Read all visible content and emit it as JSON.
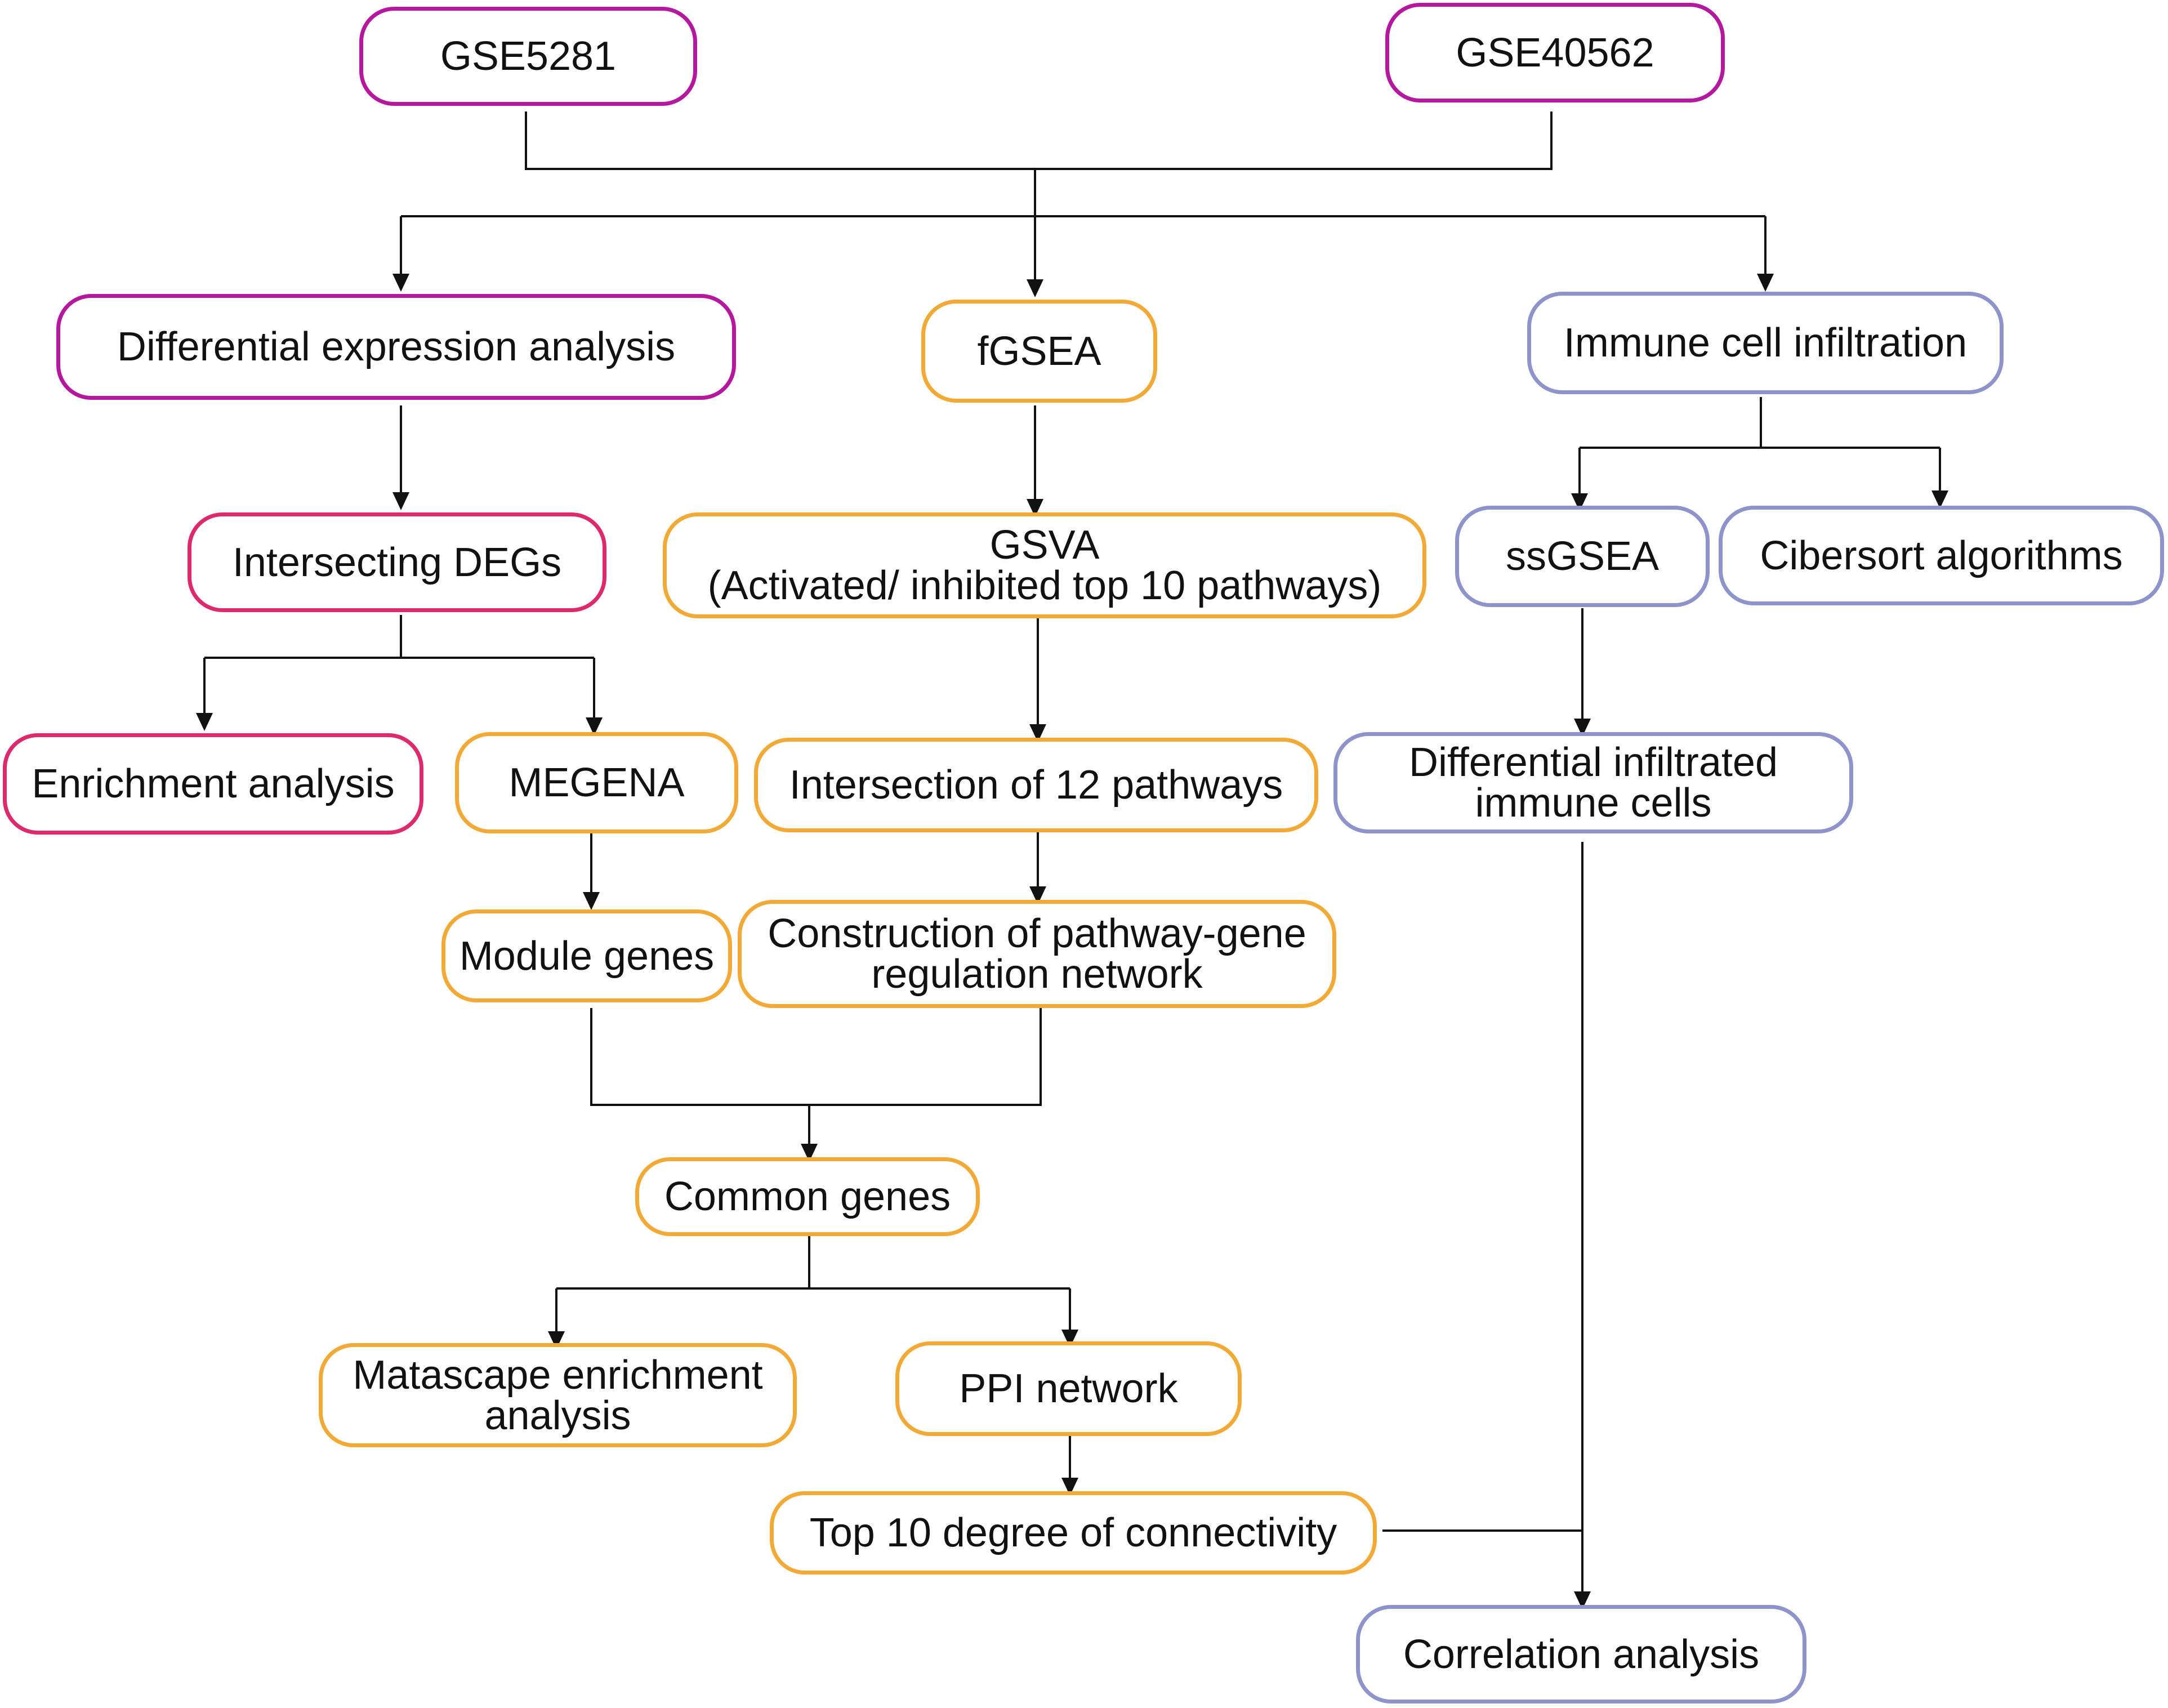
{
  "colors": {
    "dataset": "#b5189f",
    "deg_branch": "#de2a6d",
    "pathway_branch": "#f3a936",
    "immune_branch": "#8e94cb",
    "connector": "#111111"
  },
  "nodes": {
    "gse5281": "GSE5281",
    "gse40562": "GSE40562",
    "differential_expression": "Differential expression analysis",
    "fgsea": "fGSEA",
    "immune_infiltration": "Immune cell infiltration",
    "intersecting_degs": "Intersecting DEGs",
    "gsva": "GSVA\n(Activated/ inhibited top 10 pathways)",
    "ssgsea": "ssGSEA",
    "cibersort": "Cibersort algorithms",
    "enrichment_analysis": "Enrichment analysis",
    "megena": "MEGENA",
    "intersection_pathways": "Intersection of 12 pathways",
    "differential_immune_cells": "Differential  infiltrated\nimmune cells",
    "module_genes": "Module genes",
    "pathway_gene_network": "Construction of pathway-gene\nregulation network",
    "common_genes": "Common genes",
    "metascape": "Matascape  enrichment\nanalysis",
    "ppi_network": "PPI network",
    "top10_connectivity": "Top 10 degree  of connectivity",
    "correlation_analysis": "Correlation analysis"
  }
}
